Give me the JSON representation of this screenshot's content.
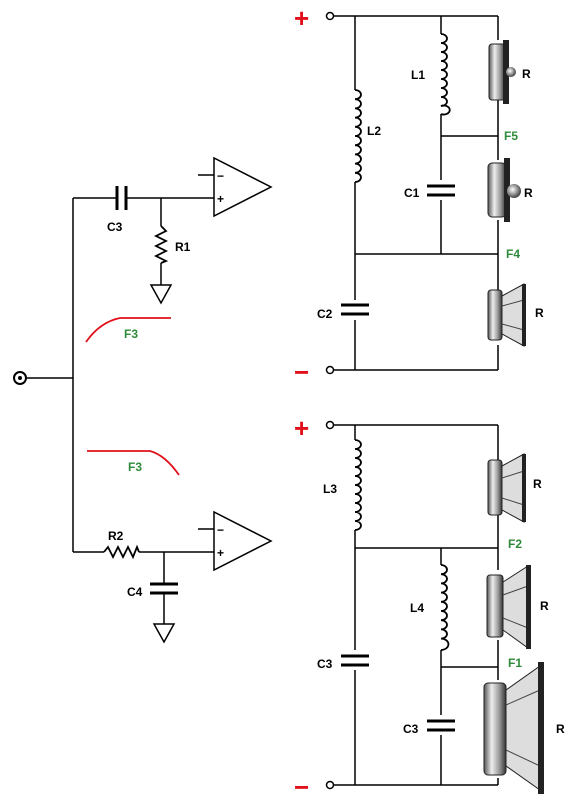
{
  "labels": {
    "c3_top": "C3",
    "r1": "R1",
    "r2": "R2",
    "c4": "C4",
    "f3_highpass": "F3",
    "f3_lowpass": "F3",
    "l1": "L1",
    "l2": "L2",
    "c1": "C1",
    "c2": "C2",
    "f5": "F5",
    "f4": "F4",
    "l3": "L3",
    "l4": "L4",
    "c3_mid": "C3",
    "c3_bot": "C3",
    "f2": "F2",
    "f1": "F1",
    "spk_r1": "R",
    "spk_r2": "R",
    "spk_r3": "R",
    "spk_r4": "R",
    "spk_r5": "R",
    "spk_r6": "R"
  },
  "polarity": {
    "plus_top": "+",
    "minus_top": "−",
    "plus_bottom": "+",
    "minus_bottom": "−"
  },
  "opamp": {
    "minus": "−",
    "plus": "+"
  },
  "colors": {
    "wire": "#000000",
    "polarity": "#e0101a",
    "frequency_label": "#2e8b3a",
    "response_curve": "#e0101a"
  }
}
